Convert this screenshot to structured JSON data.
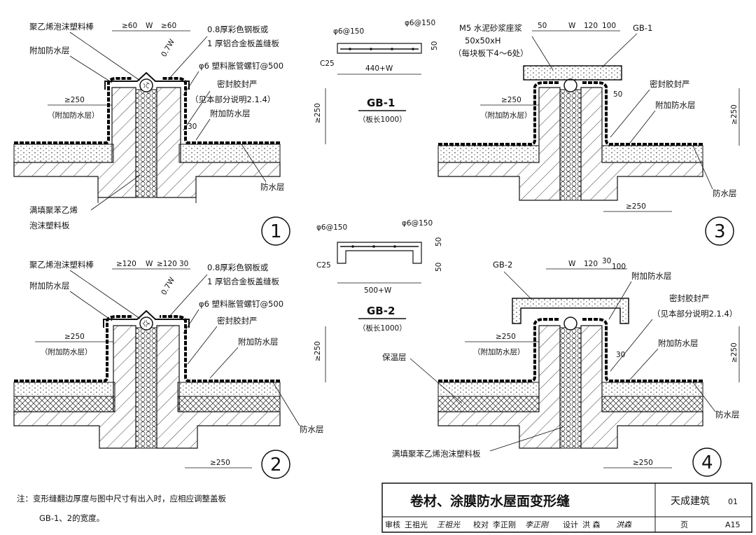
{
  "details": [
    {
      "number": "1",
      "labels": {
        "rod": "聚乙烯泡沫塑料棒",
        "extra_layer": "附加防水层",
        "plate1": "0.8厚彩色钢板或",
        "plate2": "1 厚铝合金板盖缝板",
        "screw": "φ6 塑料胀管螺钉@500",
        "sealant": "密封胶封严",
        "note_ref": "（见本部分说明2.1.4）",
        "extra_layer_right": "附加防水层",
        "waterproof": "防水层",
        "fill1": "满填聚苯乙烯",
        "fill2": "泡沫塑料板",
        "dim_ge250": "≥250",
        "dim_extra": "（附加防水层）",
        "dim_left": "≥60",
        "dim_w": "W",
        "dim_right": "≥60",
        "dim_07w": "0.7W",
        "dim_30": "30",
        "dim_v250": "≥250"
      }
    },
    {
      "number": "2",
      "labels": {
        "rod": "聚乙烯泡沫塑料棒",
        "extra_layer": "附加防水层",
        "plate1": "0.8厚彩色钢板或",
        "plate2": "1 厚铝合金板盖缝板",
        "screw": "φ6 塑料胀管螺钉@500",
        "sealant": "密封胶封严",
        "extra_layer_right": "附加防水层",
        "waterproof": "防水层",
        "dim_ge250": "≥250",
        "dim_extra": "（附加防水层）",
        "dim_left": "≥120",
        "dim_w": "W",
        "dim_right": "≥120",
        "dim_30": "30",
        "dim_07w": "0.7W",
        "dim_v250": "≥250",
        "dim_bottom250": "≥250"
      }
    },
    {
      "number": "3",
      "labels": {
        "mortar": "M5 水泥砂浆座浆",
        "mortar_size": "50x50xH",
        "mortar_note": "（每块板下4～6处）",
        "gb": "GB-1",
        "sealant": "密封胶封严",
        "extra_layer": "附加防水层",
        "waterproof": "防水层",
        "dim_50": "50",
        "dim_w": "W",
        "dim_120": "120",
        "dim_100": "100",
        "dim_50b": "50",
        "dim_ge250": "≥250",
        "dim_extra": "（附加防水层）",
        "dim_v250": "≥250",
        "dim_bottom250": "≥250"
      }
    },
    {
      "number": "4",
      "labels": {
        "gb": "GB-2",
        "extra_layer_top": "附加防水层",
        "sealant": "密封胶封严",
        "note_ref": "（见本部分说明2.1.4）",
        "extra_layer": "附加防水层",
        "insulation": "保温层",
        "waterproof": "防水层",
        "fill": "满填聚苯乙烯泡沫塑料板",
        "dim_w": "W",
        "dim_120": "120",
        "dim_30": "30",
        "dim_100": "100",
        "dim_ge250": "≥250",
        "dim_extra": "（附加防水层）",
        "dim_30b": "30",
        "dim_v250": "≥250",
        "dim_bottom250": "≥250"
      }
    }
  ],
  "gb1": {
    "rebar_left": "φ6@150",
    "rebar_right": "φ6@150",
    "concrete": "C25",
    "width": "440+W",
    "thick": "50",
    "name": "GB-1",
    "length": "（板长1000）"
  },
  "gb2": {
    "rebar_left": "φ6@150",
    "rebar_right": "φ6@150",
    "concrete": "C25",
    "width": "500+W",
    "thick_top": "50",
    "thick_bottom": "50",
    "name": "GB-2",
    "length": "（板长1000）"
  },
  "note": {
    "line1": "注：变形缝翻边厚度与图中尺寸有出入时，应相应调整盖板",
    "line2": "GB-1、2的宽度。"
  },
  "title_block": {
    "title": "卷材、涂膜防水屋面变形缝",
    "atlas_fragment": "01",
    "watermark": "天成建筑",
    "review_label": "审核",
    "reviewer": "王祖光",
    "reviewer_sig": "王祖光",
    "check_label": "校对",
    "checker": "李正刚",
    "checker_sig": "李正刚",
    "design_label": "设计",
    "designer": "洪 森",
    "designer_sig": "洪森",
    "page_label": "页",
    "page": "A15"
  }
}
